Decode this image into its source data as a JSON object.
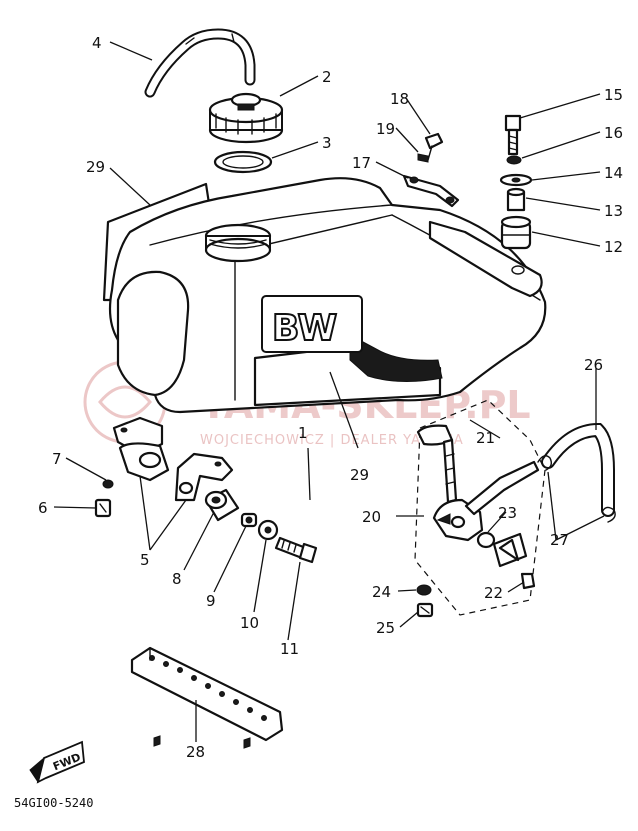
{
  "diagram": {
    "part_code": "54GI00-5240",
    "fwd_label": "FWD",
    "tank_brand": "BW",
    "watermark": {
      "main": "YAMA-SKLEP.PL",
      "sub": "WOJCIECHOWICZ | DEALER YAMAHA"
    },
    "callouts": [
      "1",
      "2",
      "3",
      "4",
      "5",
      "6",
      "7",
      "8",
      "9",
      "10",
      "11",
      "12",
      "13",
      "14",
      "15",
      "16",
      "17",
      "18",
      "19",
      "20",
      "21",
      "22",
      "23",
      "24",
      "25",
      "26",
      "27",
      "28",
      "29"
    ]
  }
}
